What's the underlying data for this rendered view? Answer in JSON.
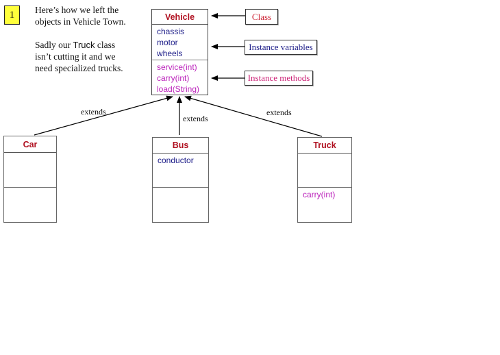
{
  "colors": {
    "class_name": "#B01020",
    "variables_text": "#20208A",
    "methods_text": "#BB22BB",
    "label_class": "#CC2233",
    "label_variables": "#20208A",
    "label_methods": "#CC2277",
    "number_bg": "#FFFF3B"
  },
  "slide": {
    "number": "1"
  },
  "narration": {
    "para1": "Here’s how we left the\nobjects in Vehicle Town.",
    "para2_prefix": "Sadly our ",
    "para2_truck_word": "Truck",
    "para2_suffix": " class",
    "para2_line2": "isn’t cutting it and we",
    "para2_line3": "need specialized trucks."
  },
  "annotations": {
    "class_label": "Class",
    "variables_label": "Instance variables",
    "methods_label": "Instance methods",
    "extends_left": "extends",
    "extends_middle": "extends",
    "extends_right": "extends"
  },
  "classes": {
    "vehicle": {
      "name": "Vehicle",
      "variables": [
        "chassis",
        "motor",
        "wheels"
      ],
      "methods": [
        "service(int)",
        "carry(int)",
        "load(String)"
      ]
    },
    "car": {
      "name": "Car",
      "variables": [],
      "methods": []
    },
    "bus": {
      "name": "Bus",
      "variables": [
        "conductor"
      ],
      "methods": []
    },
    "truck": {
      "name": "Truck",
      "variables": [],
      "methods": [
        "carry(int)"
      ]
    }
  }
}
